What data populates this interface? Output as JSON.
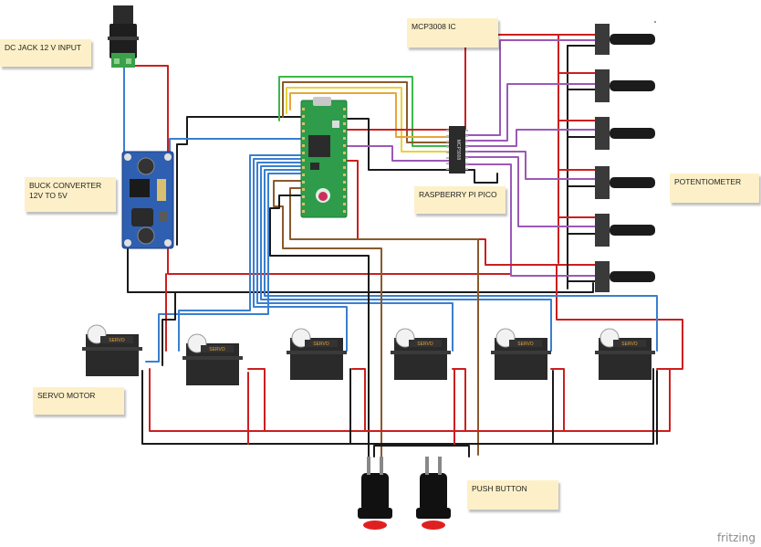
{
  "labels": {
    "dc_jack": "DC JACK 12 V INPUT",
    "mcp": "MCP3008 IC",
    "buck": "BUCK CONVERTER 12V TO 5V",
    "pot": "POTENTIOMETER",
    "pico": "RASPBERRY PI PICO",
    "servo": "SERVO MOTOR",
    "button": "PUSH BUTTON"
  },
  "chip_text": "MCP3008",
  "servo_brand": "SERVO",
  "watermark": "fritzing",
  "colors": {
    "wire_red": "#cc1f1f",
    "wire_black": "#1a1a1a",
    "wire_blue": "#3a7fd0",
    "wire_purple": "#9b59b6",
    "wire_yellow": "#e8d23a",
    "wire_green": "#3cb84a",
    "wire_brown": "#8a5a2b",
    "wire_orange": "#e08a2a",
    "pico_board": "#2e9c4a",
    "buck_board": "#2f5fb0",
    "note_bg": "#fdf0c8"
  }
}
